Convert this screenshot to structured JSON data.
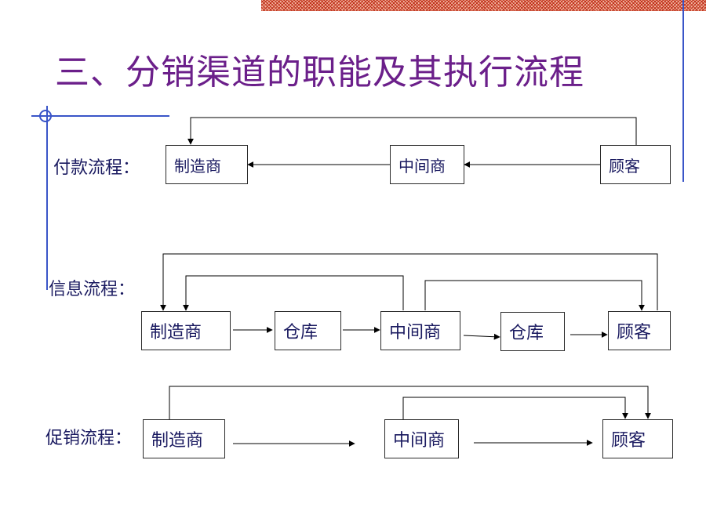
{
  "title": "三、分销渠道的职能及其执行流程",
  "rows": {
    "payment": {
      "label": "付款流程：",
      "nodes": [
        "制造商",
        "中间商",
        "顾客"
      ]
    },
    "info": {
      "label": "信息流程：",
      "nodes": [
        "制造商",
        "仓库",
        "中间商",
        "仓库",
        "顾客"
      ]
    },
    "promotion": {
      "label": "促销流程：",
      "nodes": [
        "制造商",
        "中间商",
        "顾客"
      ]
    }
  },
  "colors": {
    "title": "#6b1f8a",
    "text": "#1a1a60",
    "accent_line": "#3a55c8",
    "hatch": "#c0301a"
  }
}
